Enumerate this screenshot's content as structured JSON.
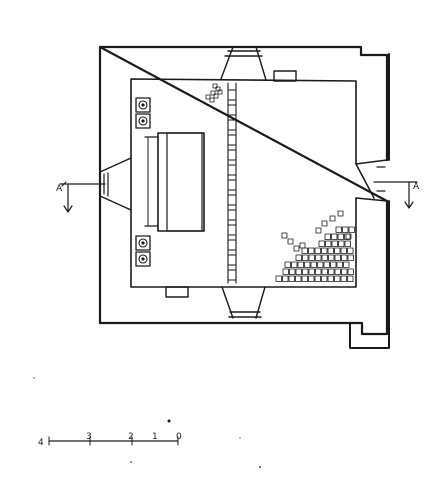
{
  "drawing": {
    "type": "architectural floor plan",
    "ink_color": "#1a1a1a",
    "paper_color": "#ffffff"
  },
  "section_markers": {
    "left": {
      "label": "A"
    },
    "right": {
      "label": "A"
    }
  },
  "scale_bar": {
    "ticks": [
      "4",
      "3",
      "2",
      "1",
      "0"
    ]
  }
}
